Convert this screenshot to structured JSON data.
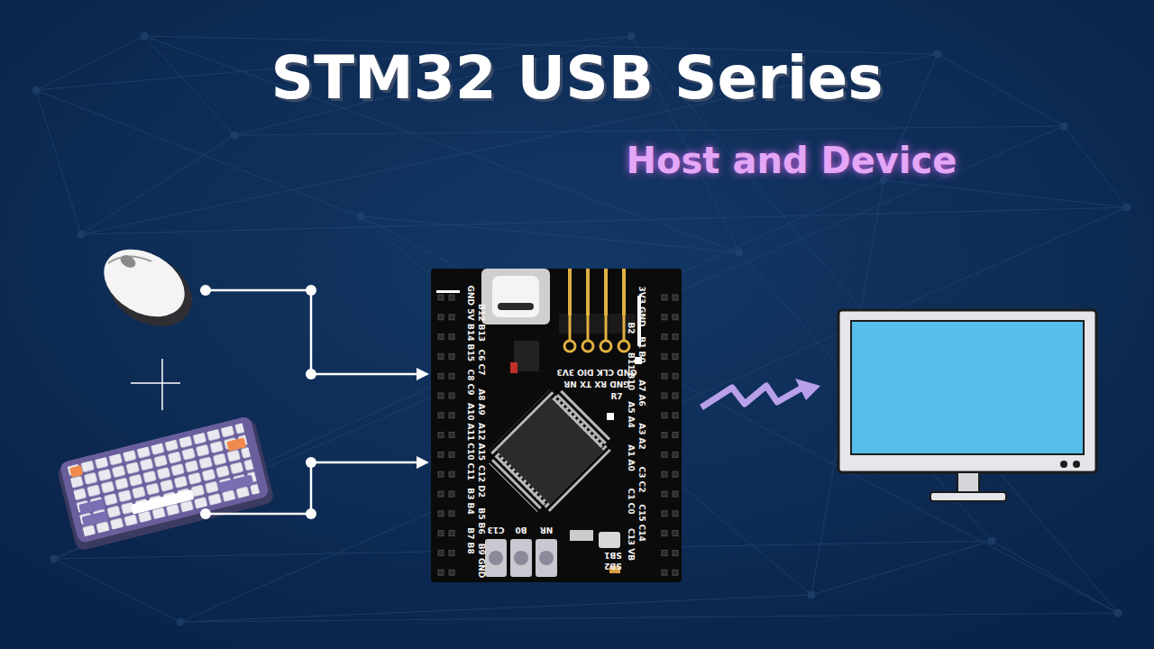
{
  "diagram": {
    "title": "STM32 USB Series",
    "labels": [
      "Host and Device",
      "GND 5V",
      "B12 B13",
      "B14 B15",
      "C6 C7",
      "C8 C9",
      "A8 A9",
      "A10 A11",
      "A12 A15",
      "C10 C11",
      "C12 D2",
      "B3 B4",
      "B5 B6",
      "B7 B8",
      "B9 GND",
      "3V3 GND",
      "B2",
      "B1 B0",
      "B11 B10",
      "A7 A6",
      "A5 A4",
      "A3 A2",
      "A1 A0",
      "C3 C2",
      "C1 C0",
      "C15 C14",
      "C13 VB",
      "GND CLK DIO 3V3",
      "GND RX TX NR",
      "C13",
      "B0",
      "NR",
      "SB1",
      "SB2",
      "R7"
    ]
  }
}
